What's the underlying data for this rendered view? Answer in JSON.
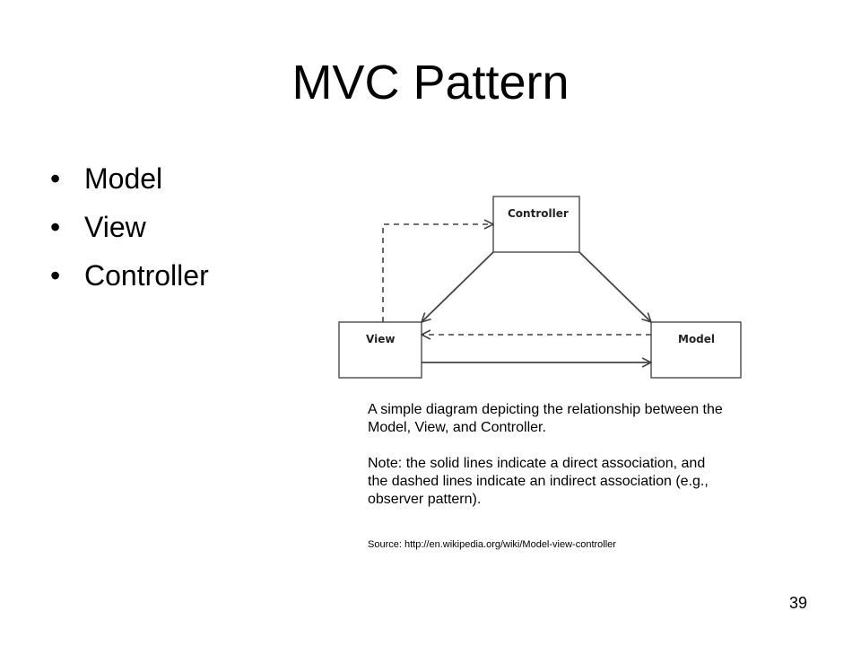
{
  "slide": {
    "title": "MVC Pattern",
    "bullets": [
      "Model",
      "View",
      "Controller"
    ],
    "bullet_symbol": "•",
    "page_number": "39"
  },
  "diagram": {
    "boxes": {
      "controller": "Controller",
      "view": "View",
      "model": "Model"
    }
  },
  "caption": {
    "line1": "A simple diagram depicting the relationship between the Model, View, and Controller.",
    "line2": "Note: the solid lines indicate a direct association, and the dashed lines indicate an indirect association (e.g., observer pattern).",
    "source": "Source: http://en.wikipedia.org/wiki/Model-view-controller"
  }
}
